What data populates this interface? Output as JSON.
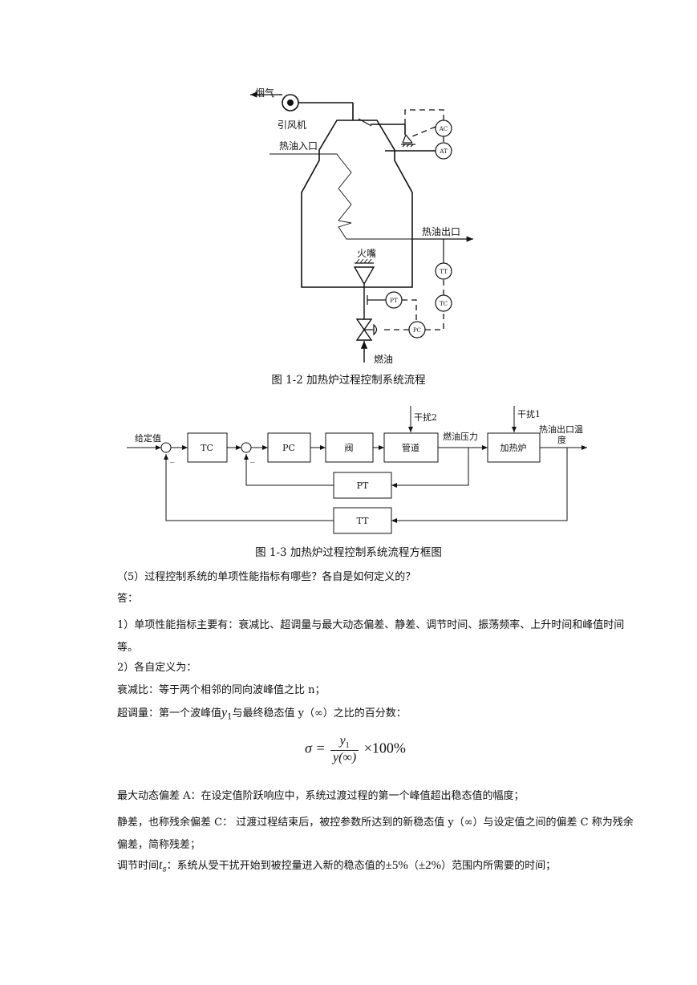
{
  "figure1": {
    "labels": {
      "flue_gas": "烟气",
      "induced_fan": "引风机",
      "oil_inlet": "热油入口",
      "oil_outlet": "热油出口",
      "burner": "火嘴",
      "fuel": "燃油",
      "ac": "AC",
      "at": "AT",
      "tt": "TT",
      "tc": "TC",
      "pt": "PT",
      "pc": "PC"
    },
    "caption": "图 1-2  加热炉过程控制系统流程"
  },
  "figure2": {
    "labels": {
      "setpoint": "给定值",
      "tc": "TC",
      "pc": "PC",
      "valve": "阀",
      "pipe": "管道",
      "heater": "加热炉",
      "pt": "PT",
      "tt": "TT",
      "disturbance2": "干扰2",
      "disturbance1": "干扰1",
      "fuel_pressure": "燃油压力",
      "outlet_temp_line1": "热油出口温",
      "outlet_temp_line2": "度",
      "minus": "_"
    },
    "caption": "图 1-3  加热炉过程控制系统流程方框图"
  },
  "text": {
    "q5": "（5）过程控制系统的单项性能指标有哪些？各自是如何定义的？",
    "answer": "答：",
    "p1": "1）单项性能指标主要有：衰减比、超调量与最大动态偏差、静差、调节时间、振荡频率、上升时间和峰值时间等。",
    "p2": "2）各自定义为：",
    "p3": "衰减比：等于两个相邻的同向波峰值之比 n；",
    "p4_a": "超调量：第一个波峰值",
    "p4_sym": "y",
    "p4_sub": "1",
    "p4_b": "与最终稳态值 y（∞）之比的百分数：",
    "formula_sigma": "σ =",
    "formula_num": "y",
    "formula_num_sub": "1",
    "formula_den": "y(∞)",
    "formula_tail": "×100%",
    "p5": "最大动态偏差 A：在设定值阶跃响应中，系统过渡过程的第一个峰值超出稳态值的幅度；",
    "p6": "静差，也称残余偏差 C：  过渡过程结束后，被控参数所达到的新稳态值 y（∞）与设定值之间的偏差 C 称为残余偏差，简称残差；",
    "p7_a": "调节时间",
    "p7_sym": "t",
    "p7_sub": "s",
    "p7_b": "：系统从受干扰开始到被控量进入新的稳态值的",
    "p7_c": "±5%",
    "p7_d": "（",
    "p7_e": "±2%",
    "p7_f": "）范围内所需要的时间；"
  }
}
